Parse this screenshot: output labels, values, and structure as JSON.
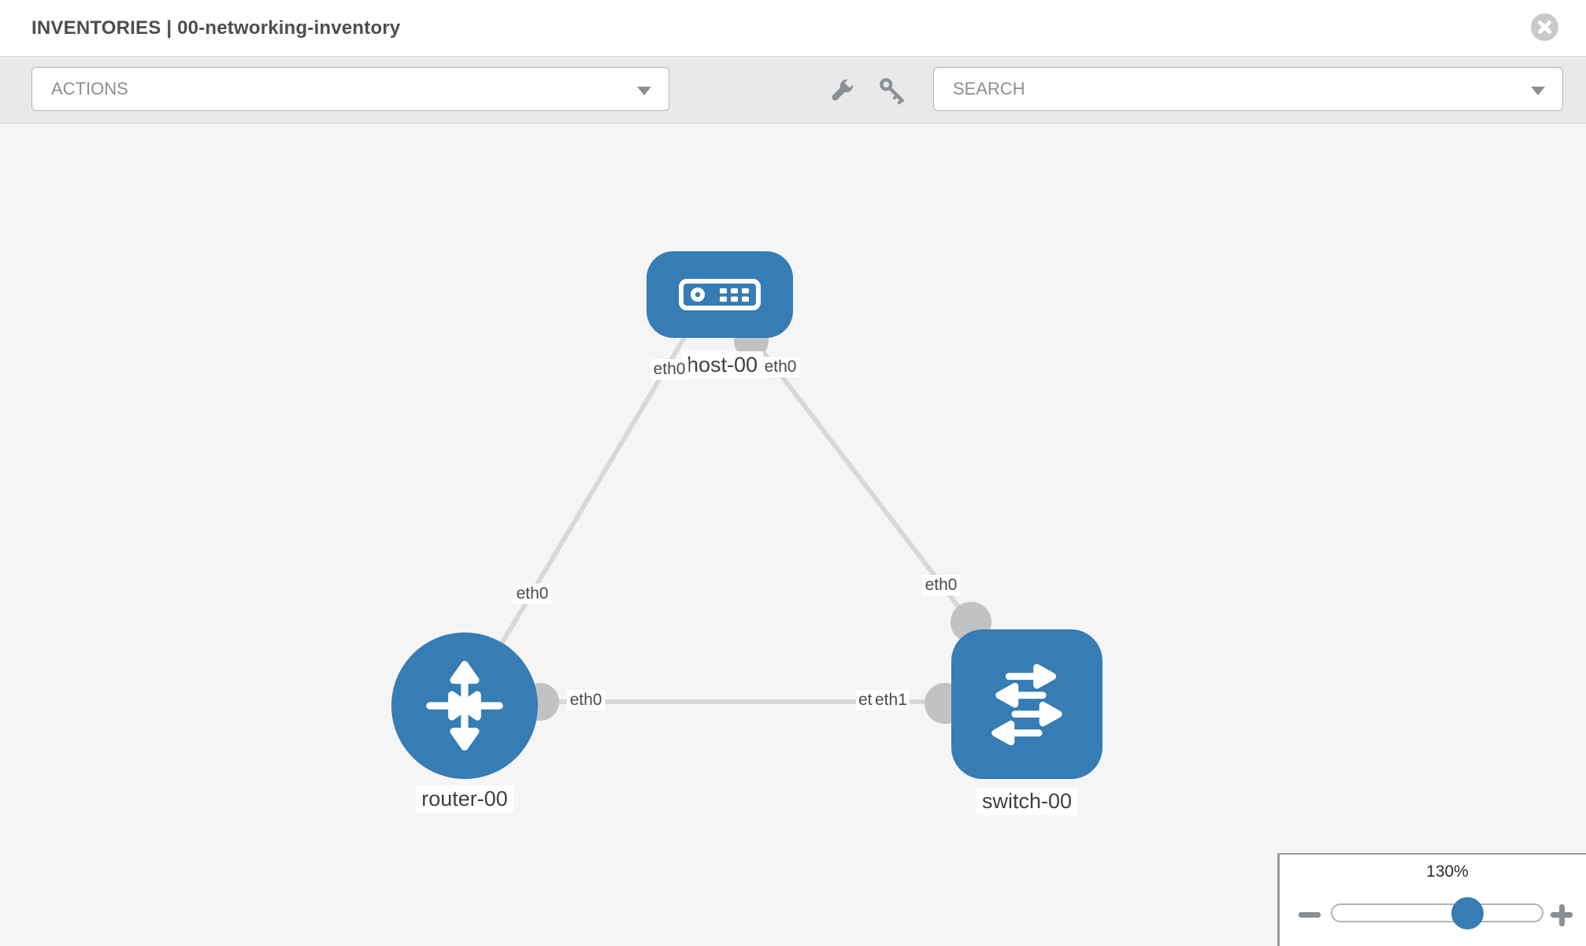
{
  "header": {
    "title": "INVENTORIES | 00-networking-inventory"
  },
  "toolbar": {
    "actions_dropdown": {
      "label": "ACTIONS"
    },
    "search_dropdown": {
      "label": "SEARCH"
    },
    "tool_icons": [
      "wrench",
      "key"
    ]
  },
  "topology": {
    "nodes": [
      {
        "id": "host-00",
        "label": "host-00",
        "type": "host"
      },
      {
        "id": "router-00",
        "label": "router-00",
        "type": "router"
      },
      {
        "id": "switch-00",
        "label": "switch-00",
        "type": "switch"
      }
    ],
    "links": [
      {
        "from": "host-00",
        "from_interface": "eth0",
        "to": "router-00",
        "to_interface": "eth0"
      },
      {
        "from": "host-00",
        "from_interface": "eth0",
        "to": "switch-00",
        "to_interface": "eth0"
      },
      {
        "from": "router-00",
        "from_interface": "eth0",
        "to": "switch-00",
        "to_interface": "eth1"
      }
    ],
    "iface_labels": [
      {
        "text": "eth0",
        "at": "host-end-of-router-link"
      },
      {
        "text": "eth0",
        "at": "host-end-of-switch-link"
      },
      {
        "text": "eth0",
        "at": "router-end-of-host-link"
      },
      {
        "text": "eth0",
        "at": "switch-end-of-host-link"
      },
      {
        "text": "eth0",
        "at": "router-end-of-switch-link"
      },
      {
        "text": "eth0",
        "at": "switch-end-of-router-link-under"
      },
      {
        "text": "eth1",
        "at": "switch-end-of-router-link-over"
      }
    ]
  },
  "zoom_control": {
    "level": "130%",
    "minus_icon": "minus",
    "plus_icon": "plus"
  },
  "colors": {
    "node_blue": "#367cb5",
    "link_gray": "#d8d8d8",
    "dot_gray": "#c2c2c2",
    "icon_gray": "#8a9096"
  }
}
